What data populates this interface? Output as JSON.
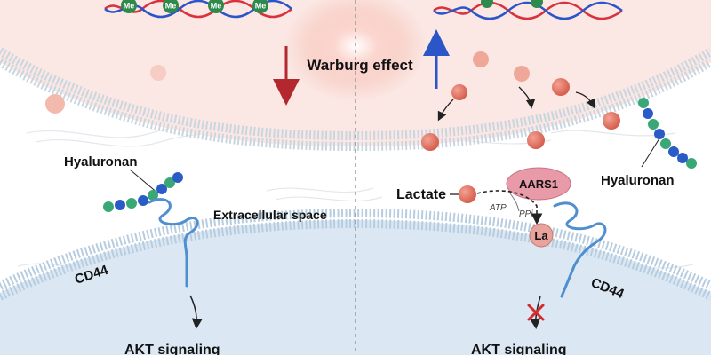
{
  "labels": {
    "warburg_effect": "Warburg effect",
    "extracellular_space": "Extracellular space",
    "hyaluronan": "Hyaluronan",
    "cd44": "CD44",
    "akt_signaling": "AKT signaling",
    "lactate": "Lactate",
    "aars1": "AARS1",
    "atp": "ATP",
    "ppi": "PPi",
    "la": "La"
  },
  "dna_marks": [
    "Me",
    "Me",
    "Me",
    "Me"
  ],
  "colors": {
    "cell_top": "#fbe3df",
    "cell_bottom": "#dce9f3",
    "membrane": "#bfd3e2",
    "lactate_dot": "#e07868",
    "lactate_dot_light": "#f3b9ad",
    "aars1_fill": "#e99aa9",
    "cd44_stroke": "#4f8fd0",
    "hyaluronan_green": "#3aa876",
    "hyaluronan_blue": "#2a5cc8",
    "methyl_green": "#2d8a4c",
    "dna_red": "#d8323c",
    "dna_blue": "#2b55c8",
    "arrow_down": "#b2282e",
    "arrow_up": "#2c55c8",
    "block_x": "#d62b2b"
  }
}
